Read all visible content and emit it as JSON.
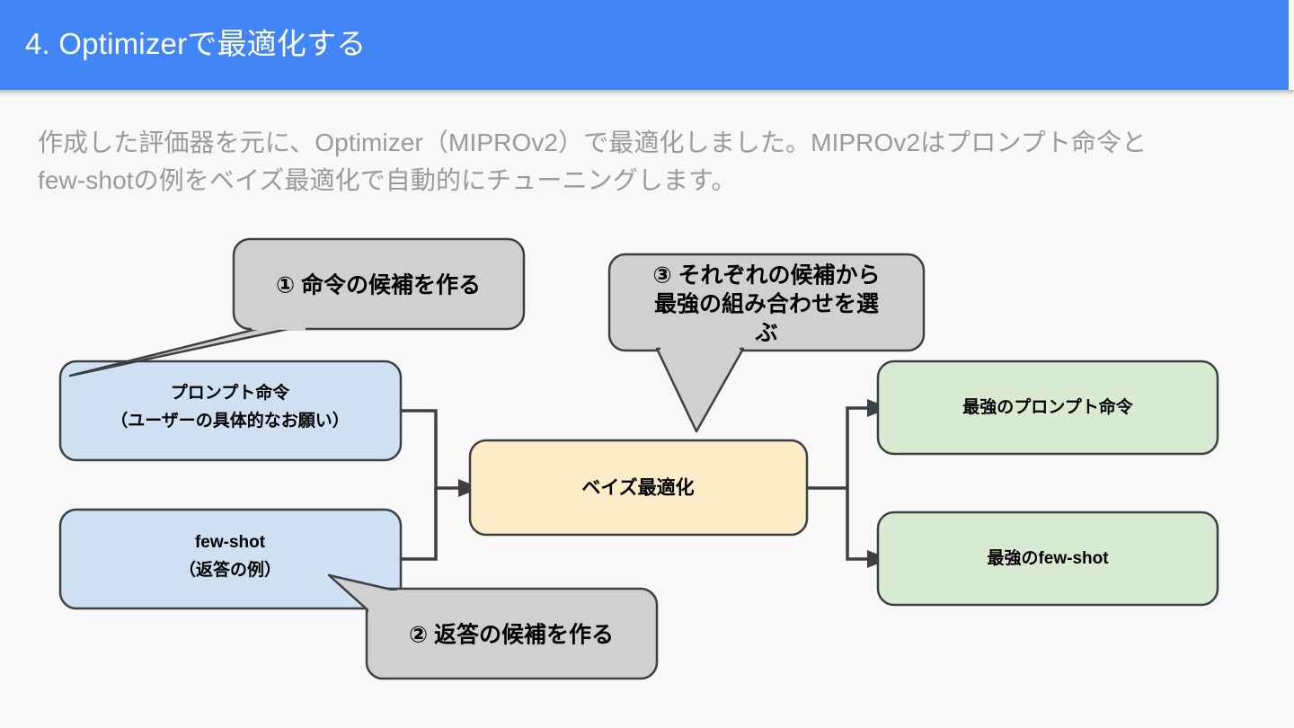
{
  "slide": {
    "header": {
      "title": "4. Optimizerで最適化する",
      "bar_color": "#4285f4",
      "title_color": "#ffffff"
    },
    "lead_paragraph": {
      "line1": "作成した評価器を元に、Optimizer（MIPROv2）で最適化しました。MIPROv2はプロンプト命令と",
      "line2": "few-shotの例をベイズ最適化で自動的にチューニングします。",
      "text_color": "#9a9a9a"
    },
    "background_color": "#f8f8f8"
  },
  "diagram": {
    "input_nodes": [
      {
        "id": "prompt-instruction",
        "line1": "プロンプト命令",
        "line2": "（ユーザーの具体的なお願い）",
        "fill": "#cfe0f2",
        "stroke": "#3c4043"
      },
      {
        "id": "few-shot",
        "line1": "few-shot",
        "line2": "（返答の例）",
        "fill": "#cfe0f2",
        "stroke": "#3c4043"
      }
    ],
    "process_node": {
      "id": "bayesian-optimization",
      "label": "ベイズ最適化",
      "fill": "#fdecc8",
      "stroke": "#3c4043"
    },
    "output_nodes": [
      {
        "id": "best-prompt-instruction",
        "label": "最強のプロンプト命令",
        "fill": "#d9ead3",
        "stroke": "#3c4043"
      },
      {
        "id": "best-few-shot",
        "label": "最強のfew-shot",
        "fill": "#d9ead3",
        "stroke": "#3c4043"
      }
    ],
    "callouts": [
      {
        "id": "callout-1",
        "label": "① 命令の候補を作る",
        "fill": "#d0d0d0",
        "stroke": "#3c4043"
      },
      {
        "id": "callout-2",
        "label": "② 返答の候補を作る",
        "fill": "#d0d0d0",
        "stroke": "#3c4043"
      },
      {
        "id": "callout-3",
        "line1": "③ それぞれの候補から",
        "line2": "最強の組み合わせを選",
        "line3": "ぶ",
        "fill": "#d0d0d0",
        "stroke": "#3c4043"
      }
    ],
    "connector_color": "#3c4043"
  }
}
